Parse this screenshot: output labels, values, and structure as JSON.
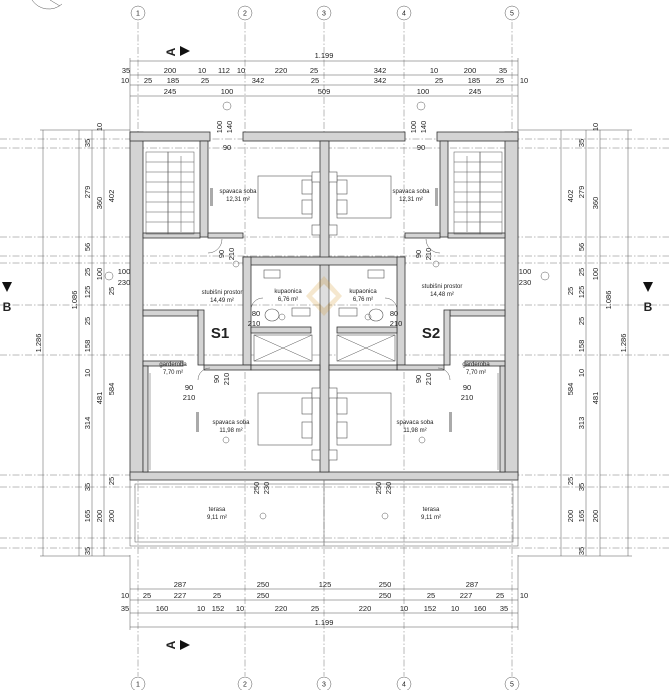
{
  "axes": [
    "1",
    "2",
    "3",
    "4",
    "5"
  ],
  "sections": {
    "a": "A",
    "b": "B"
  },
  "dims_top": {
    "total": "1.199",
    "row1": [
      "35",
      "200",
      "10",
      "112",
      "10",
      "220",
      "25",
      "342",
      "10",
      "200",
      "35"
    ],
    "row2": [
      "10",
      "25",
      "185",
      "25",
      "342",
      "25",
      "342",
      "25",
      "185",
      "25",
      "10"
    ],
    "row3": [
      "245",
      "100",
      "509",
      "100",
      "245"
    ]
  },
  "dims_bottom": {
    "total": "1.199",
    "row1": [
      "287",
      "250",
      "125",
      "250",
      "287"
    ],
    "row2": [
      "10",
      "25",
      "227",
      "25",
      "250",
      "250",
      "25",
      "227",
      "25",
      "10"
    ],
    "row3": [
      "35",
      "160",
      "10",
      "152",
      "10",
      "220",
      "25",
      "220",
      "10",
      "152",
      "10",
      "160",
      "35"
    ]
  },
  "dims_left": {
    "outer": "1.286",
    "mid": "1.086",
    "col1": [
      "35",
      "279",
      "56",
      "25",
      "125",
      "25",
      "158",
      "10",
      "314",
      "35",
      "165",
      "35"
    ],
    "col2": [
      "10",
      "360",
      "100",
      "481",
      "200"
    ],
    "col3": [
      "402",
      "25",
      "584",
      "25",
      "200"
    ]
  },
  "dims_right": {
    "outer": "1.286",
    "mid": "1.086",
    "col1": [
      "35",
      "279",
      "56",
      "25",
      "125",
      "25",
      "158",
      "10",
      "313",
      "35",
      "165",
      "35"
    ],
    "col2": [
      "10",
      "360",
      "100",
      "481",
      "200"
    ],
    "col3": [
      "402",
      "25",
      "584",
      "25",
      "200"
    ]
  },
  "openings": {
    "top_left": [
      "100",
      "140",
      "90"
    ],
    "top_right": [
      "100",
      "140",
      "90"
    ],
    "left_side": [
      "100",
      "230"
    ],
    "right_side": [
      "100",
      "230"
    ],
    "door_90_210": [
      "90",
      "210"
    ],
    "door_80_210": [
      "80",
      "210"
    ],
    "terrace": [
      "250",
      "230"
    ]
  },
  "rooms": [
    {
      "name": "spavaca soba",
      "area": "12,31 m²"
    },
    {
      "name": "spavaca soba",
      "area": "12,31 m²"
    },
    {
      "name": "stubišni prostor",
      "area": "14,49 m²"
    },
    {
      "name": "kupaonica",
      "area": "6,76 m²"
    },
    {
      "name": "kupaonica",
      "area": "6,76 m²"
    },
    {
      "name": "stubišni prostor",
      "area": "14,48 m²"
    },
    {
      "name": "garderoba",
      "area": "7,70 m²"
    },
    {
      "name": "garderoba",
      "area": "7,70 m²"
    },
    {
      "name": "spavaca soba",
      "area": "11,98 m²"
    },
    {
      "name": "spavaca soba",
      "area": "11,98 m²"
    },
    {
      "name": "terasa",
      "area": "9,11 m²"
    },
    {
      "name": "terasa",
      "area": "9,11 m²"
    }
  ],
  "units": [
    "S1",
    "S2"
  ]
}
